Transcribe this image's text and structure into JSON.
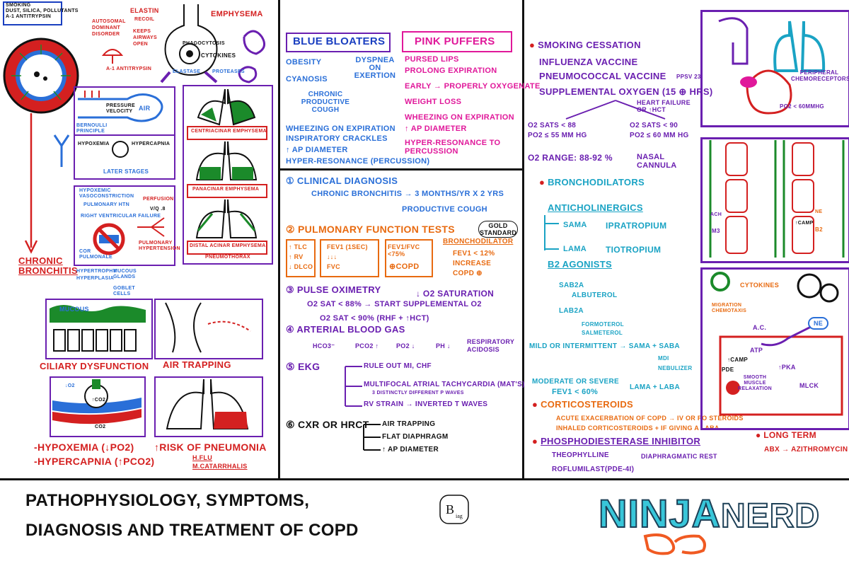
{
  "footer": {
    "title_line1": "PATHOPHYSIOLOGY, SYMPTOMS,",
    "title_line2": "DIAGNOSIS AND TREATMENT OF COPD",
    "logo_ninja": "NINJA",
    "logo_nerd": "NERD",
    "signature": "Biag"
  },
  "left": {
    "legend": [
      "SMOKING",
      "DUST, SILICA, POLLUTANTS",
      "α-1 ANTITRYPSIN"
    ],
    "elastin": "ELASTIN",
    "recoil": "RECOIL",
    "keeps_airways_open": "KEEPS AIRWAYS OPEN",
    "autosomal": "AUTOSOMAL DOMINANT DISORDER",
    "a1_antitrypsin": "α-1 ANTITRYPSIN",
    "emphysema": "EMPHYSEMA",
    "phagocytosis": "PHAGOCYTOSIS",
    "cytokines": "CYTOKINES",
    "elastase": "ELASTASE",
    "proteases": "PROTEASES",
    "air": "AIR",
    "pressure": "PRESSURE",
    "velocity": "VELOCITY",
    "bernoulli": "BERNOULLI PRINCIPLE",
    "hypoxemia": "HYPOXEMIA",
    "hypercapnia": "HYPERCAPNIA",
    "later_stages": "LATER STAGES",
    "centriacinar": "CENTRIACINAR EMPHYSEMA",
    "panacinar": "PANACINAR EMPHYSEMA",
    "distal_acinar": "DISTAL ACINAR EMPHYSEMA",
    "pneumothorax": "PNEUMOTHORAX",
    "hypoxemic_vaso": "HYPOXEMIC VASOCONSTRICTION",
    "pulm_htn": "PULMONARY HTN",
    "rv_failure": "RIGHT VENTRICULAR FAILURE",
    "cor_pulmonale": "COR PULMONALE",
    "perfusion": "PERFUSION",
    "vq": "V/Q .8",
    "pulmonary_hypertension": "PULMONARY HYPERTENSION",
    "chronic_bronchitis": "CHRONIC BRONCHITIS",
    "hypertrophy": "HYPERTROPHY",
    "hyperplasia": "HYPERPLASIA",
    "mucous_glands": "MUCOUS GLANDS",
    "goblet_cells": "GOBLET CELLS",
    "mucous": "MUCOUS",
    "ciliary": "CILIARY DYSFUNCTION",
    "air_trapping": "AIR TRAPPING",
    "o2_label": "↓O2",
    "co2_label": "↑CO2",
    "co2_small": "CO2",
    "hypox_line": "-HYPOXEMIA (↓PO2)",
    "hypercap_line": "-HYPERCAPNIA (↑PCO2)",
    "pneumonia": "↑RISK OF PNEUMONIA",
    "h_flu": "H.FLU",
    "m_cat": "M.CATARRHALIS"
  },
  "middle": {
    "blue_title": "BLUE BLOATERS",
    "blue_items": [
      "OBESITY",
      "CYANOSIS",
      "CHRONIC PRODUCTIVE COUGH",
      "WHEEZING ON EXPIRATION",
      "INSPIRATORY CRACKLES",
      "↑ AP DIAMETER",
      "HYPER-RESONANCE (PERCUSSION)"
    ],
    "blue_dyspnea": "DYSPNEA ON EXERTION",
    "pink_title": "PINK PUFFERS",
    "pink_items": [
      "PURSED LIPS",
      "PROLONG EXPIRATION",
      "EARLY → PROPERLY OXYGENATE",
      "WEIGHT LOSS",
      "WHEEZING ON EXPIRATION",
      "↑ AP DIAMETER",
      "HYPER-RESONANCE TO PERCUSSION"
    ],
    "d1_title": "CLINICAL DIAGNOSIS",
    "d1_line": "CHRONIC BRONCHITIS → 3 MONTHS/YR  x 2 YRS",
    "d1_cough": "PRODUCTIVE COUGH",
    "d2_title": "PULMONARY FUNCTION TESTS",
    "d2_gold": "GOLD STANDARD",
    "d2_box1": [
      "↑ TLC",
      "↑ RV",
      "↓ DLCO"
    ],
    "d2_box2": [
      "FEV1 (1SEC)",
      "↓↓↓",
      "FVC"
    ],
    "d2_box3a": "FEV1/FVC <75%",
    "d2_box3b": "COPD",
    "d2_bronchodilator": "BRONCHODILATOR",
    "d2_bd_lines": [
      "FEV1 < 12%",
      "INCREASE",
      "COPD ⊕"
    ],
    "d3_title": "PULSE OXIMETRY",
    "d3_sat": "↓ O2 SATURATION",
    "d3_88": "O2 SAT < 88% → START SUPPLEMENTAL O2",
    "d3_90": "O2 SAT < 90% (RHF + ↑HCT)",
    "d4_title": "ARTERIAL BLOOD GAS",
    "d4_vals": [
      "HCO3⁻",
      "PCO2 ↑",
      "PO2 ↓",
      "PH ↓"
    ],
    "d4_result": "RESPIRATORY ACIDOSIS",
    "d5_title": "EKG",
    "d5_items": [
      "RULE OUT MI, CHF",
      "MULTIFOCAL ATRIAL TACHYCARDIA (MAT'S)",
      "3 DISTINCTLY DIFFERENT P WAVES",
      "RV STRAIN → INVERTED T WAVES"
    ],
    "d6_title": "CXR OR HRCT",
    "d6_items": [
      "AIR TRAPPING",
      "FLAT DIAPHRAGM",
      "↑ AP DIAMETER"
    ]
  },
  "right": {
    "tx1": "SMOKING CESSATION",
    "tx2": "INFLUENZA VACCINE",
    "tx3": "PNEUMOCOCCAL VACCINE",
    "tx3b": "PPSV 23",
    "tx4": "SUPPLEMENTAL OXYGEN (15 ⊕ HRS)",
    "hf": "HEART FAILURE OR ↑HCT",
    "o2a": "O2 SATS < 88",
    "o2b": "PO2 ≤ 55 MM HG",
    "o2c": "O2 SATS < 90",
    "o2d": "PO2 ≤ 60 MM HG",
    "o2range": "O2 RANGE: 88-92 %",
    "nasal": "NASAL CANNULA",
    "peripheral": "PERIPHERAL CHEMORECEPTORS",
    "po2_60": "PO2 < 60MMHG",
    "bronchodilators": "BRONCHODILATORS",
    "anticholinergics": "ANTICHOLINERGICS",
    "sama": "SAMA",
    "ipratropium": "IPRATROPIUM",
    "lama": "LAMA",
    "tiotropium": "TIOTROPIUM",
    "b2": "B2 AGONISTS",
    "saba": "SAB2A",
    "albuterol": "ALBUTEROL",
    "laba": "LAB2A",
    "formoterol": "FORMOTEROL",
    "salmeterol": "SALMETEROL",
    "mild": "MILD OR INTERMITTENT → SAMA + SABA",
    "mdi": "MDI",
    "nebulizer": "NEBULIZER",
    "moderate": "MODERATE OR SEVERE",
    "fev": "FEV1 < 60%",
    "lama_laba": "LAMA + LABA",
    "cortico": "CORTICOSTEROIDS",
    "cortico1": "ACUTE EXACERBATION OF COPD → IV OR PO STEROIDS",
    "cortico2": "INHALED CORTICOSTEROIDS + IF GIVING A LABA",
    "pde": "PHOSPHODIESTERASE INHIBITOR",
    "theo": "THEOPHYLLINE",
    "diaphragmatic": "DIAPHRAGMATIC REST",
    "roflu": "ROFLUMILAST(PDE-4I)",
    "longterm": "LONG TERM",
    "abx": "ABX → AZITHROMYCIN",
    "ach": "ACH",
    "ne": "NE",
    "m3": "M3",
    "b2r": "B2",
    "camp": "↑CAMP",
    "cytokines_r": "CYTOKINES",
    "migration": "MIGRATION CHEMOTAXIS",
    "ac": "A.C.",
    "atp": "ATP",
    "pde_lbl": "PDE",
    "pka": "↑PKA",
    "mlck": "MLCK",
    "smooth": "SMOOTH MUSCLE RELAXATION",
    "camp2": "↑CAMP"
  },
  "colors": {
    "red": "#d42020",
    "blue": "#2a6fd8",
    "purple": "#6a1fb0",
    "orange": "#e86a10",
    "pink": "#e0189a",
    "teal": "#1aa3c4",
    "green": "#1b8a2a",
    "logo_blue": "#38c6d9",
    "logo_orange": "#f05a22"
  }
}
